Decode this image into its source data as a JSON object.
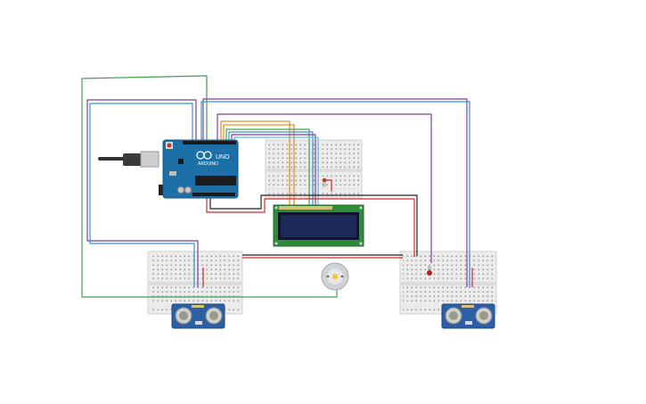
{
  "arduino": {
    "brand": "ARDUINO",
    "model": "UNO"
  },
  "colors": {
    "wire_green": "#3ea34a",
    "wire_purple": "#7b3f98",
    "wire_blue": "#3a8fd0",
    "wire_orange": "#e08a25",
    "wire_black": "#222222",
    "wire_red": "#d42a2a",
    "board_blue": "#1d6fa8",
    "lcd_green": "#2e8b3a",
    "lcd_screen": "#1c2a5a",
    "sensor_blue": "#2b5fa6",
    "breadboard": "#eeeeee"
  },
  "components": {
    "microcontroller": "arduino-uno",
    "display": "lcd-16x2",
    "motor": "dc-motor",
    "sensors": [
      "ultrasonic-sensor-left",
      "ultrasonic-sensor-right"
    ],
    "breadboards": 3,
    "leds": 2
  }
}
